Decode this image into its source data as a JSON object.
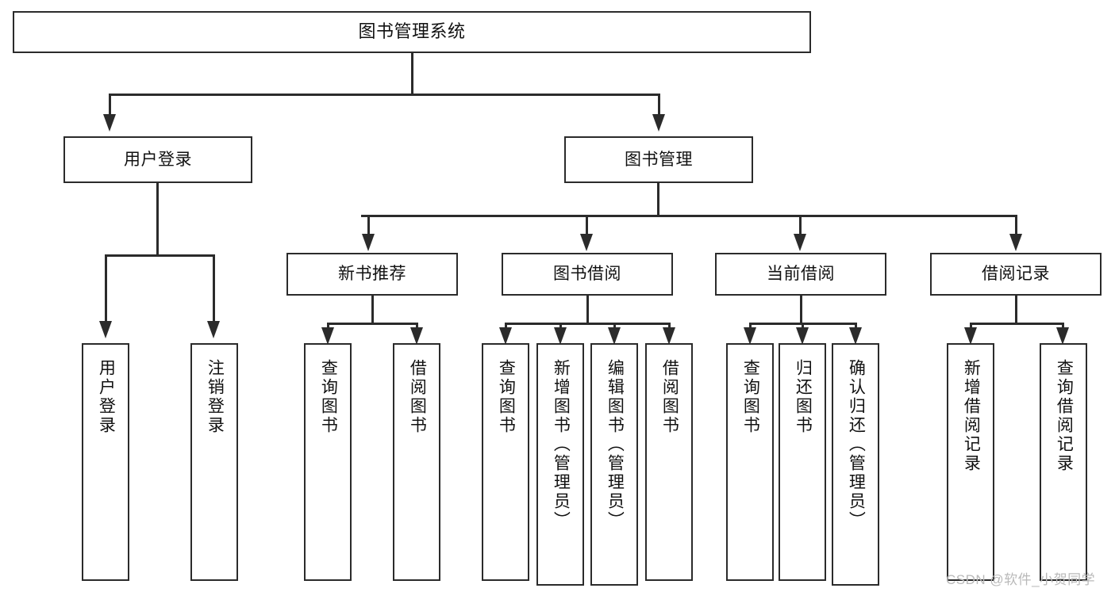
{
  "diagram": {
    "title": "图书管理系统",
    "type": "tree-hierarchy-chart",
    "watermark": "CSDN @软件_小贺同学",
    "colors": {
      "line": "#2b2b2b",
      "box_fill": "#ffffff",
      "text": "#111111",
      "watermark": "#b9b9b9"
    },
    "root": {
      "label": "图书管理系统"
    },
    "level2": [
      {
        "label": "用户登录"
      },
      {
        "label": "图书管理"
      }
    ],
    "level3": [
      {
        "label": "新书推荐"
      },
      {
        "label": "图书借阅"
      },
      {
        "label": "当前借阅"
      },
      {
        "label": "借阅记录"
      }
    ],
    "leaves": {
      "user_login": [
        {
          "label": "用户登录"
        },
        {
          "label": "注销登录"
        }
      ],
      "new_book_recommend": [
        {
          "label": "查询图书"
        },
        {
          "label": "借阅图书"
        }
      ],
      "book_borrow": [
        {
          "label": "查询图书"
        },
        {
          "label": "新增图书（管理员）"
        },
        {
          "label": "编辑图书（管理员）"
        },
        {
          "label": "借阅图书"
        }
      ],
      "current_borrow": [
        {
          "label": "查询图书"
        },
        {
          "label": "归还图书"
        },
        {
          "label": "确认归还（管理员）"
        }
      ],
      "borrow_record": [
        {
          "label": "新增借阅记录"
        },
        {
          "label": "查询借阅记录"
        }
      ]
    }
  }
}
